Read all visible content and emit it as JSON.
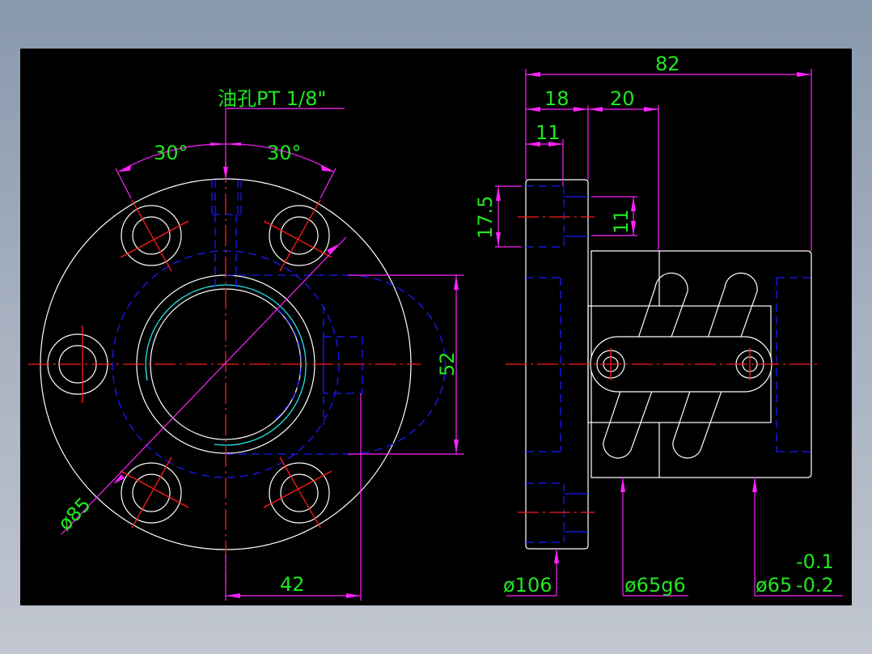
{
  "drawing": {
    "background_color": "#000000",
    "line_colors": {
      "outline": "#ffffff",
      "hidden": "#1a1aff",
      "centerline": "#ff1a1a",
      "dimension": "#ff22ff",
      "text": "#22e622",
      "thread": "#22e6e6"
    },
    "front_view": {
      "oil_hole_label": "油孔PT 1/8\"",
      "angle_left": "30°",
      "angle_right": "30°",
      "pcd_label": "ø85",
      "height_52": "52",
      "width_42": "42"
    },
    "side_view": {
      "overall_82": "82",
      "flange_18": "18",
      "offset_20": "20",
      "thick_11": "11",
      "height_17_5": "17.5",
      "height_11": "11",
      "dia_106": "ø106",
      "dia_65g6": "ø65g6",
      "dia_65": "ø65",
      "tol_upper": "-0.1",
      "tol_lower": "-0.2"
    }
  }
}
